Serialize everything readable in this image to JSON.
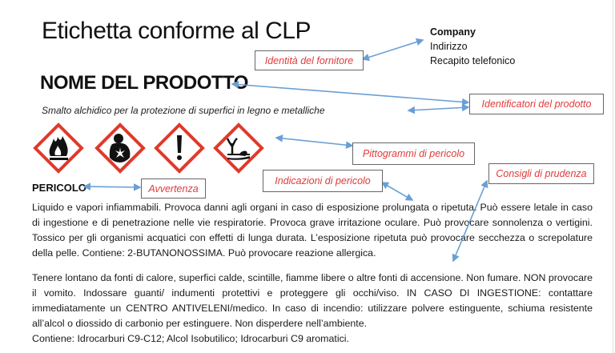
{
  "title": "Etichetta conforme al CLP",
  "supplier": {
    "company": "Company",
    "address": "Indirizzo",
    "phone": "Recapito telefonico"
  },
  "product": {
    "name": "NOME DEL PRODOTTO",
    "description": "Smalto alchidico per la protezione di superfici in legno e metalliche"
  },
  "pictograms": [
    "flame-icon",
    "health-hazard-icon",
    "exclamation-icon",
    "environment-icon"
  ],
  "signal_word": "PERICOLO",
  "hazard_statements": "Liquido e vapori infiammabili.  Provoca danni agli organi in caso di esposizione prolungata o ripetuta. Può essere letale in caso di ingestione e di penetrazione nelle vie respiratorie. Provoca grave irritazione oculare. Può provocare sonnolenza o vertigini. Tossico per gli organismi acquatici con effetti di lunga durata. L’esposizione ripetuta può provocare secchezza o screpolature della pelle. Contiene: 2-BUTANONOSSIMA. Può provocare reazione allergica.",
  "precautionary_statements": "Tenere lontano da fonti di calore, superfici calde, scintille, fiamme libere o altre fonti di accensione. Non fumare. NON provocare il vomito. Indossare guanti/ indumenti protettivi e proteggere gli occhi/viso. IN CASO DI INGESTIONE: contattare immediatamente un CENTRO ANTIVELENI/medico. In caso di incendio: utilizzare polvere estinguente, schiuma resistente all’alcol o diossido di carbonio per estinguere. Non disperdere nell’ambiente.",
  "contains": "Contiene: Idrocarburi C9-C12; Alcol Isobutilico; Idrocarburi C9 aromatici.",
  "annotations": {
    "supplier": "Identità del fornitore",
    "identifiers": "Identificatori del prodotto",
    "pictograms": "Pittogrammi di pericolo",
    "hazard": "Indicazioni di pericolo",
    "precaution": "Consigli di prudenza",
    "signal": "Avvertenza"
  },
  "colors": {
    "annotation_text": "#e03a3a",
    "arrow": "#6a9fd4",
    "pictogram_border": "#e0392b"
  }
}
